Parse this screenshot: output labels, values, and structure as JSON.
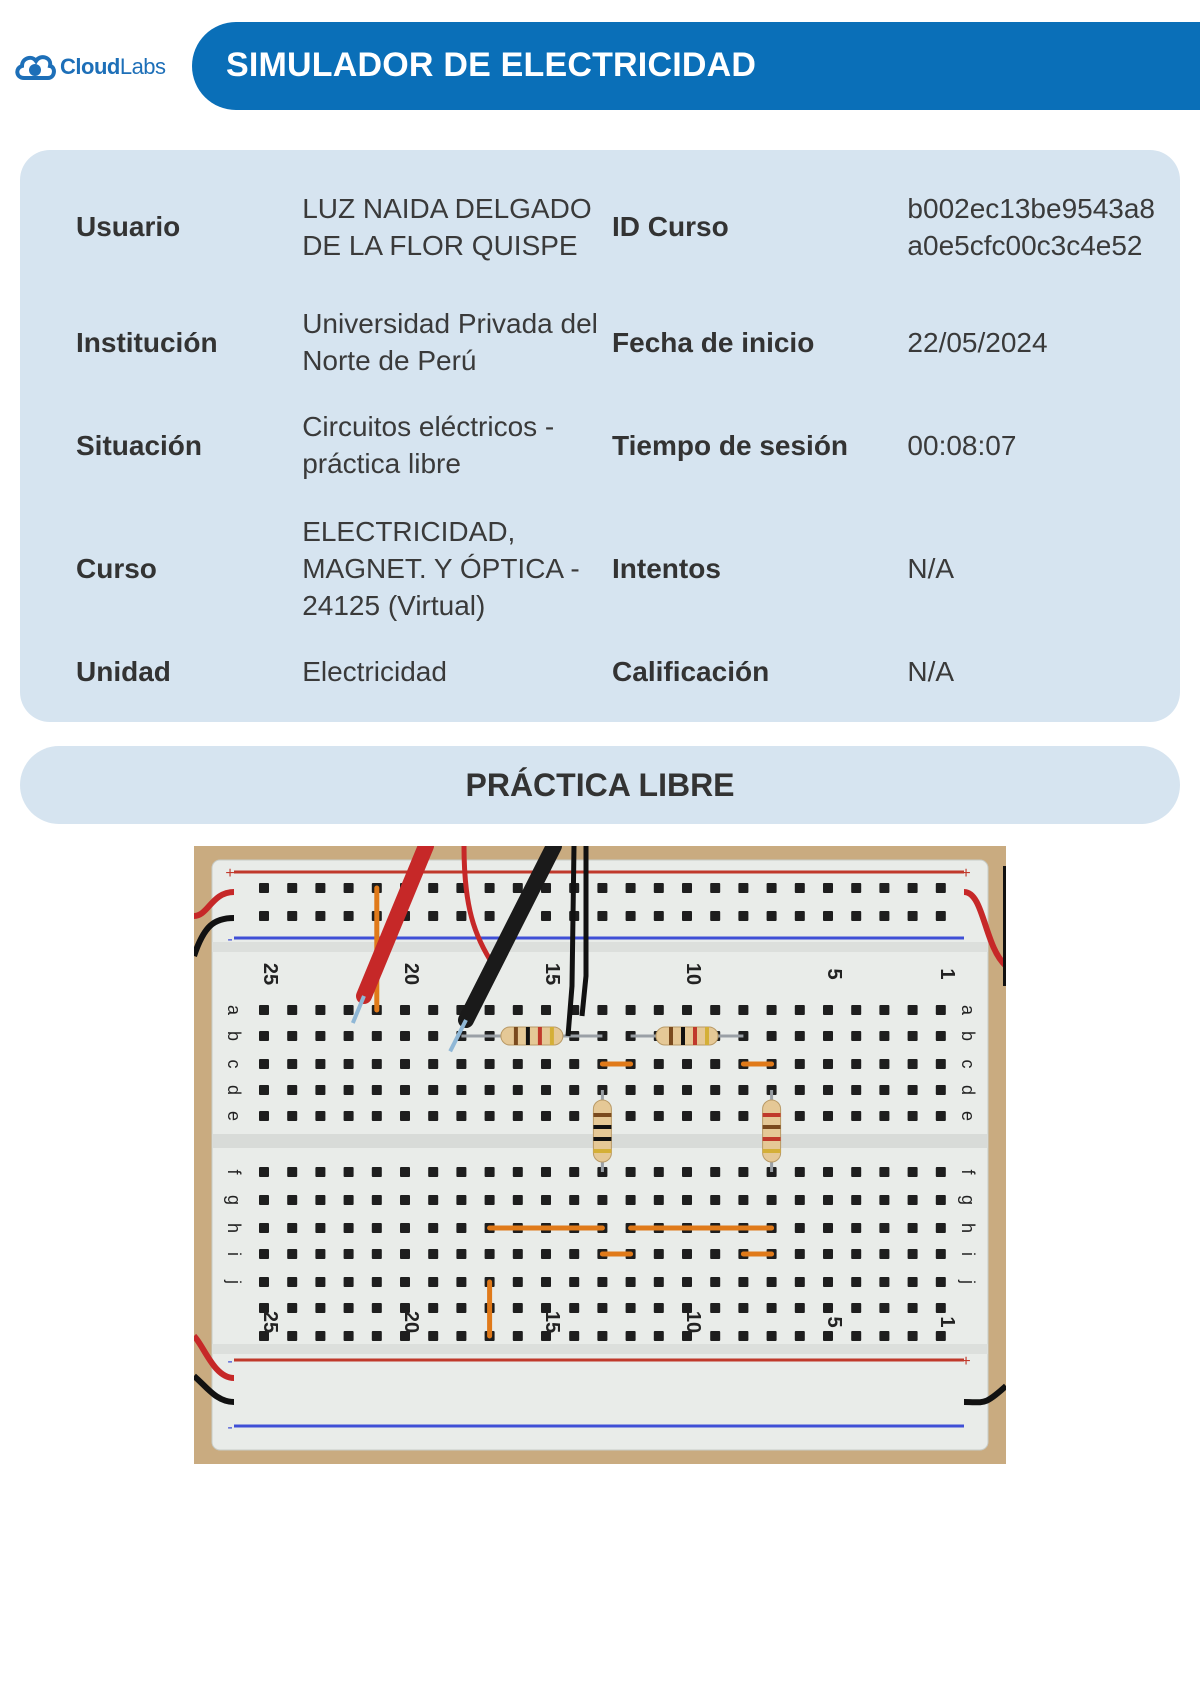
{
  "header": {
    "logo_text_bold": "Cloud",
    "logo_text_light": "Labs",
    "title": "SIMULADOR DE ELECTRICIDAD"
  },
  "info": {
    "rows": [
      {
        "label_left": "Usuario",
        "value_left": "LUZ NAIDA DELGADO DE LA FLOR QUISPE",
        "label_right": "ID Curso",
        "value_right": "b002ec13be9543a8 a0e5cfc00c3c4e52"
      },
      {
        "label_left": "Institución",
        "value_left": "Universidad Privada del Norte de Perú",
        "label_right": "Fecha de inicio",
        "value_right": "22/05/2024"
      },
      {
        "label_left": "Situación",
        "value_left": "Circuitos eléctricos - práctica libre",
        "label_right": "Tiempo de sesión",
        "value_right": "00:08:07"
      },
      {
        "label_left": "Curso",
        "value_left": "ELECTRICIDAD, MAGNET. Y ÓPTICA - 24125 (Virtual)",
        "label_right": "Intentos",
        "value_right": "N/A"
      },
      {
        "label_left": "Unidad",
        "value_left": "Electricidad",
        "label_right": "Calificación",
        "value_right": "N/A"
      }
    ]
  },
  "section": {
    "title": "PRÁCTICA LIBRE"
  },
  "breadboard": {
    "column_numbers": [
      "25",
      "20",
      "15",
      "10",
      "5",
      "1"
    ],
    "rows_top": [
      "a",
      "b",
      "c",
      "d",
      "e"
    ],
    "rows_bottom": [
      "f",
      "g",
      "h",
      "i",
      "j"
    ],
    "rail_plus": "+",
    "rail_minus": "-",
    "colors": {
      "board": "#e9ece9",
      "wood": "#c9ab80",
      "red_rail": "#c0392b",
      "blue_rail": "#3f4fd6",
      "wire": "#e07a1a"
    }
  }
}
